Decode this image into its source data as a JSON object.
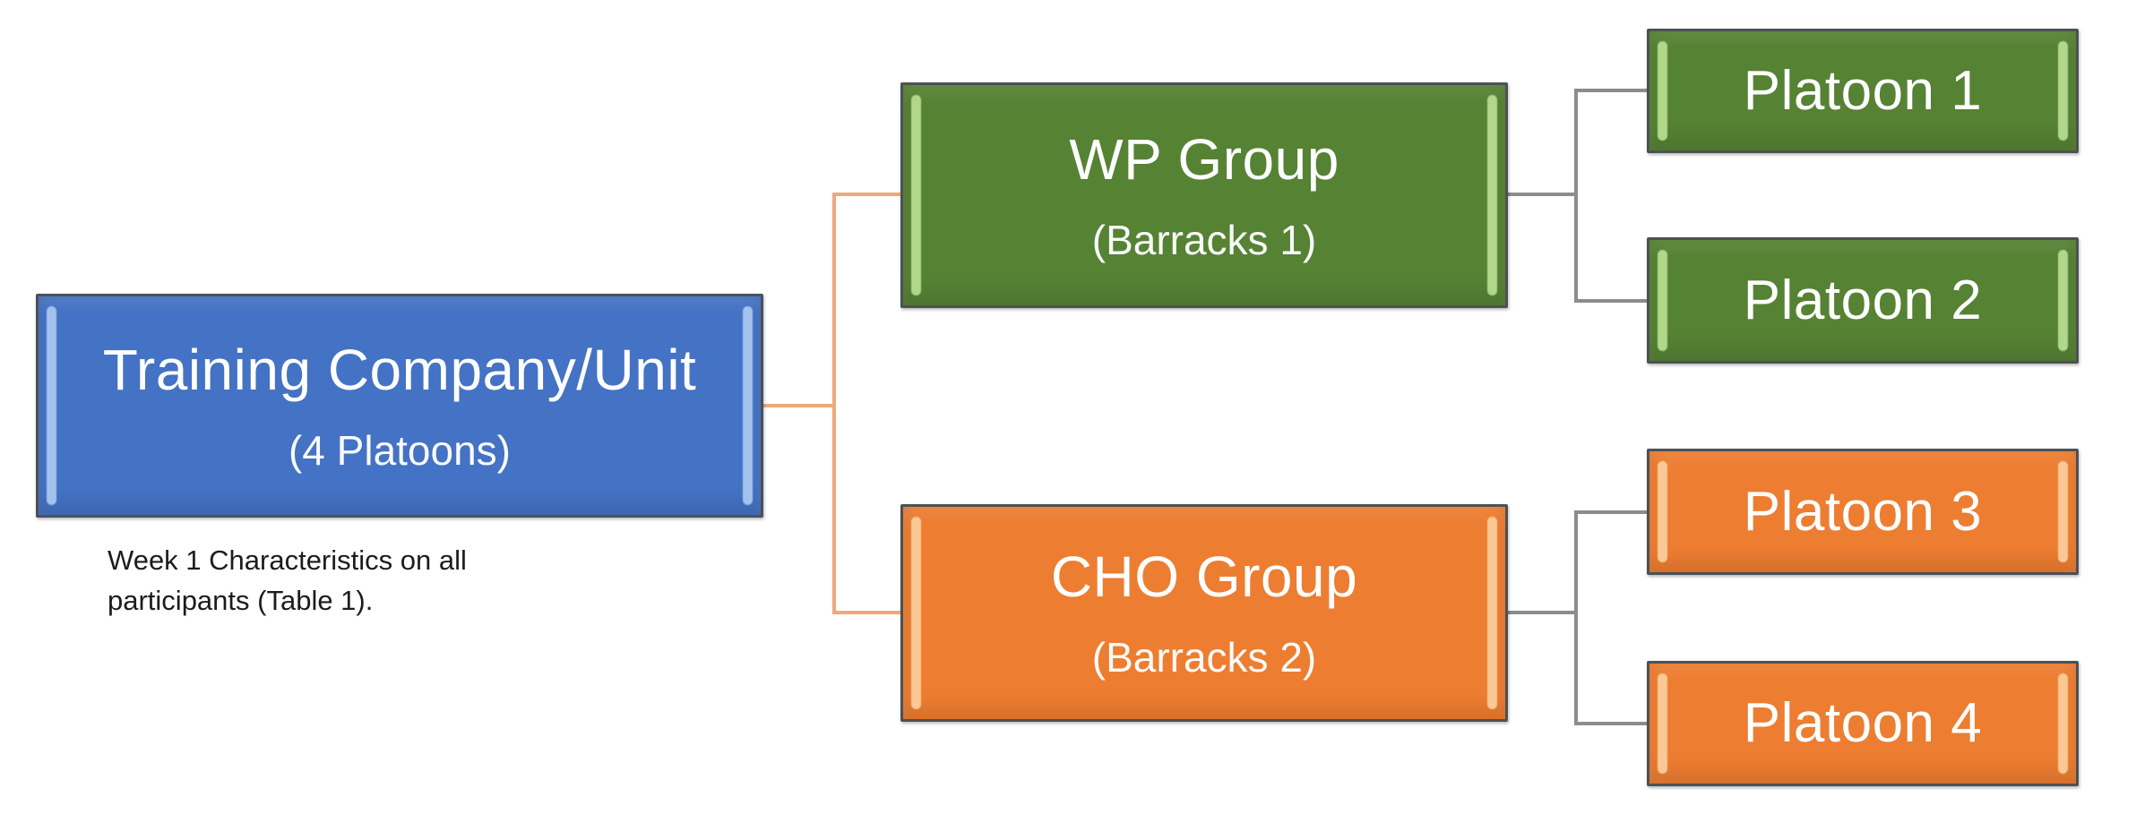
{
  "diagram": {
    "root": {
      "title": "Training Company/Unit",
      "subtitle": "(4 Platoons)"
    },
    "groups": [
      {
        "title": "WP Group",
        "subtitle": "(Barracks 1)"
      },
      {
        "title": "CHO Group",
        "subtitle": "(Barracks 2)"
      }
    ],
    "platoons": [
      {
        "label": "Platoon 1"
      },
      {
        "label": "Platoon 2"
      },
      {
        "label": "Platoon 3"
      },
      {
        "label": "Platoon 4"
      }
    ],
    "note": "Week 1 Characteristics on all\nparticipants (Table 1).",
    "colors": {
      "canvas_bg": "#FFFFFF",
      "root_fill": "#4472C4",
      "root_strip": "#A9C7EE",
      "green_fill": "#568234",
      "green_strip": "#B7DC90",
      "orange_fill": "#ED7D31",
      "orange_strip": "#FBCD9B",
      "node_border": "#4C5154",
      "connector_orange": "#F0A87A",
      "connector_gray": "#8C8C8C",
      "node_text": "#FFFFFF",
      "note_text": "#1C1C1C"
    }
  }
}
